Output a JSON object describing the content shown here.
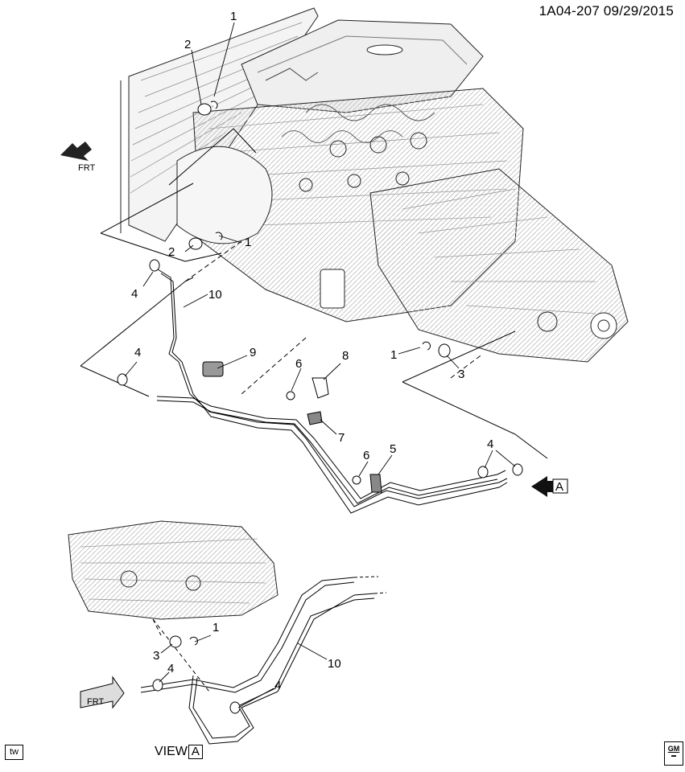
{
  "header": {
    "diagram_id": "1A04-207  09/29/2015"
  },
  "callouts": [
    "1",
    "2",
    "1",
    "2",
    "4",
    "10",
    "4",
    "9",
    "6",
    "8",
    "1",
    "3",
    "7",
    "6",
    "5",
    "4",
    "1",
    "3",
    "10",
    "4",
    "4"
  ],
  "direction_labels": {
    "front_top": "FRT",
    "front_bottom": "FRT"
  },
  "view_ref": {
    "arrow_letter": "A",
    "view_word": "VIEW",
    "view_letter": "A"
  },
  "footer": {
    "badge": "tw",
    "logo": "GM"
  }
}
